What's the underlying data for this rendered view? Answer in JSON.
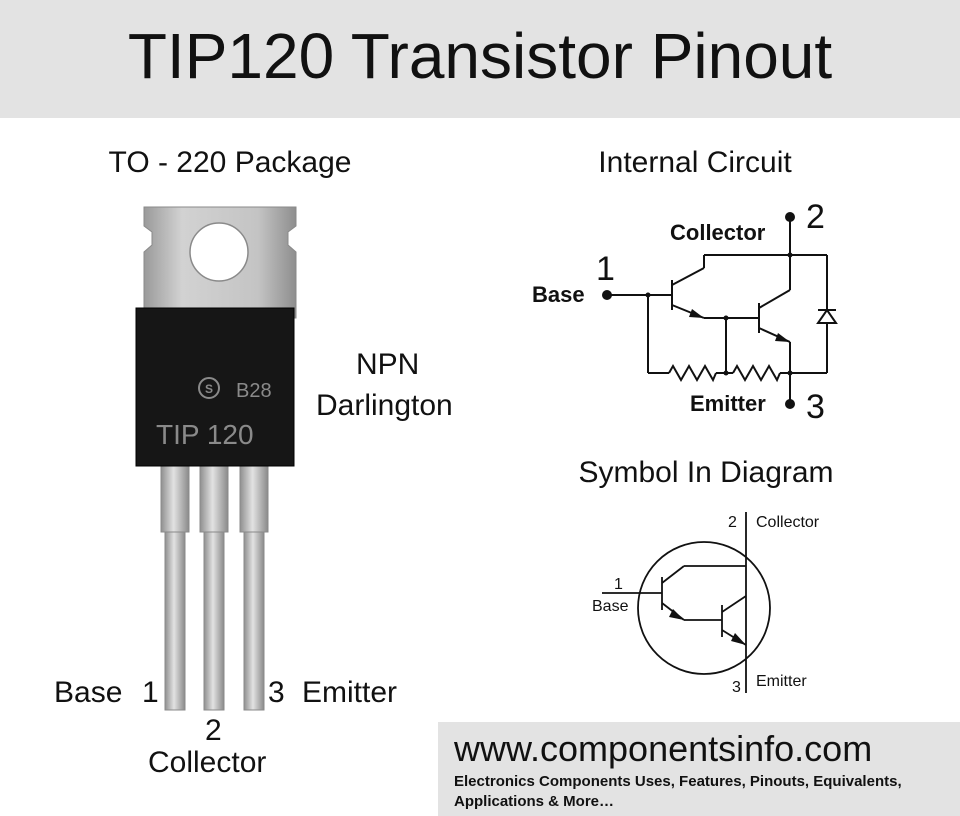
{
  "header": {
    "title": "TIP120 Transistor Pinout"
  },
  "package": {
    "heading": "TO - 220 Package",
    "marking_code": "B28",
    "marking_part": "TIP 120",
    "type_line1": "NPN",
    "type_line2": "Darlington",
    "pins": {
      "base_name": "Base",
      "base_num": "1",
      "collector_num": "2",
      "collector_name": "Collector",
      "emitter_num": "3",
      "emitter_name": "Emitter"
    }
  },
  "internal_circuit": {
    "heading": "Internal Circuit",
    "collector_name": "Collector",
    "collector_num": "2",
    "base_name": "Base",
    "base_num": "1",
    "emitter_name": "Emitter",
    "emitter_num": "3"
  },
  "symbol": {
    "heading": "Symbol In Diagram",
    "collector_num": "2",
    "collector_name": "Collector",
    "base_num": "1",
    "base_name": "Base",
    "emitter_num": "3",
    "emitter_name": "Emitter"
  },
  "footer": {
    "url": "www.componentsinfo.com",
    "tagline": "Electronics Components Uses, Features, Pinouts, Equivalents, Applications & More…"
  },
  "colors": {
    "banner_bg": "#e3e3e3",
    "package_body": "#161616",
    "metal_tab": "#b9b9b9",
    "leads": "#c2c2c2",
    "marking_text": "#8a8a8a"
  }
}
